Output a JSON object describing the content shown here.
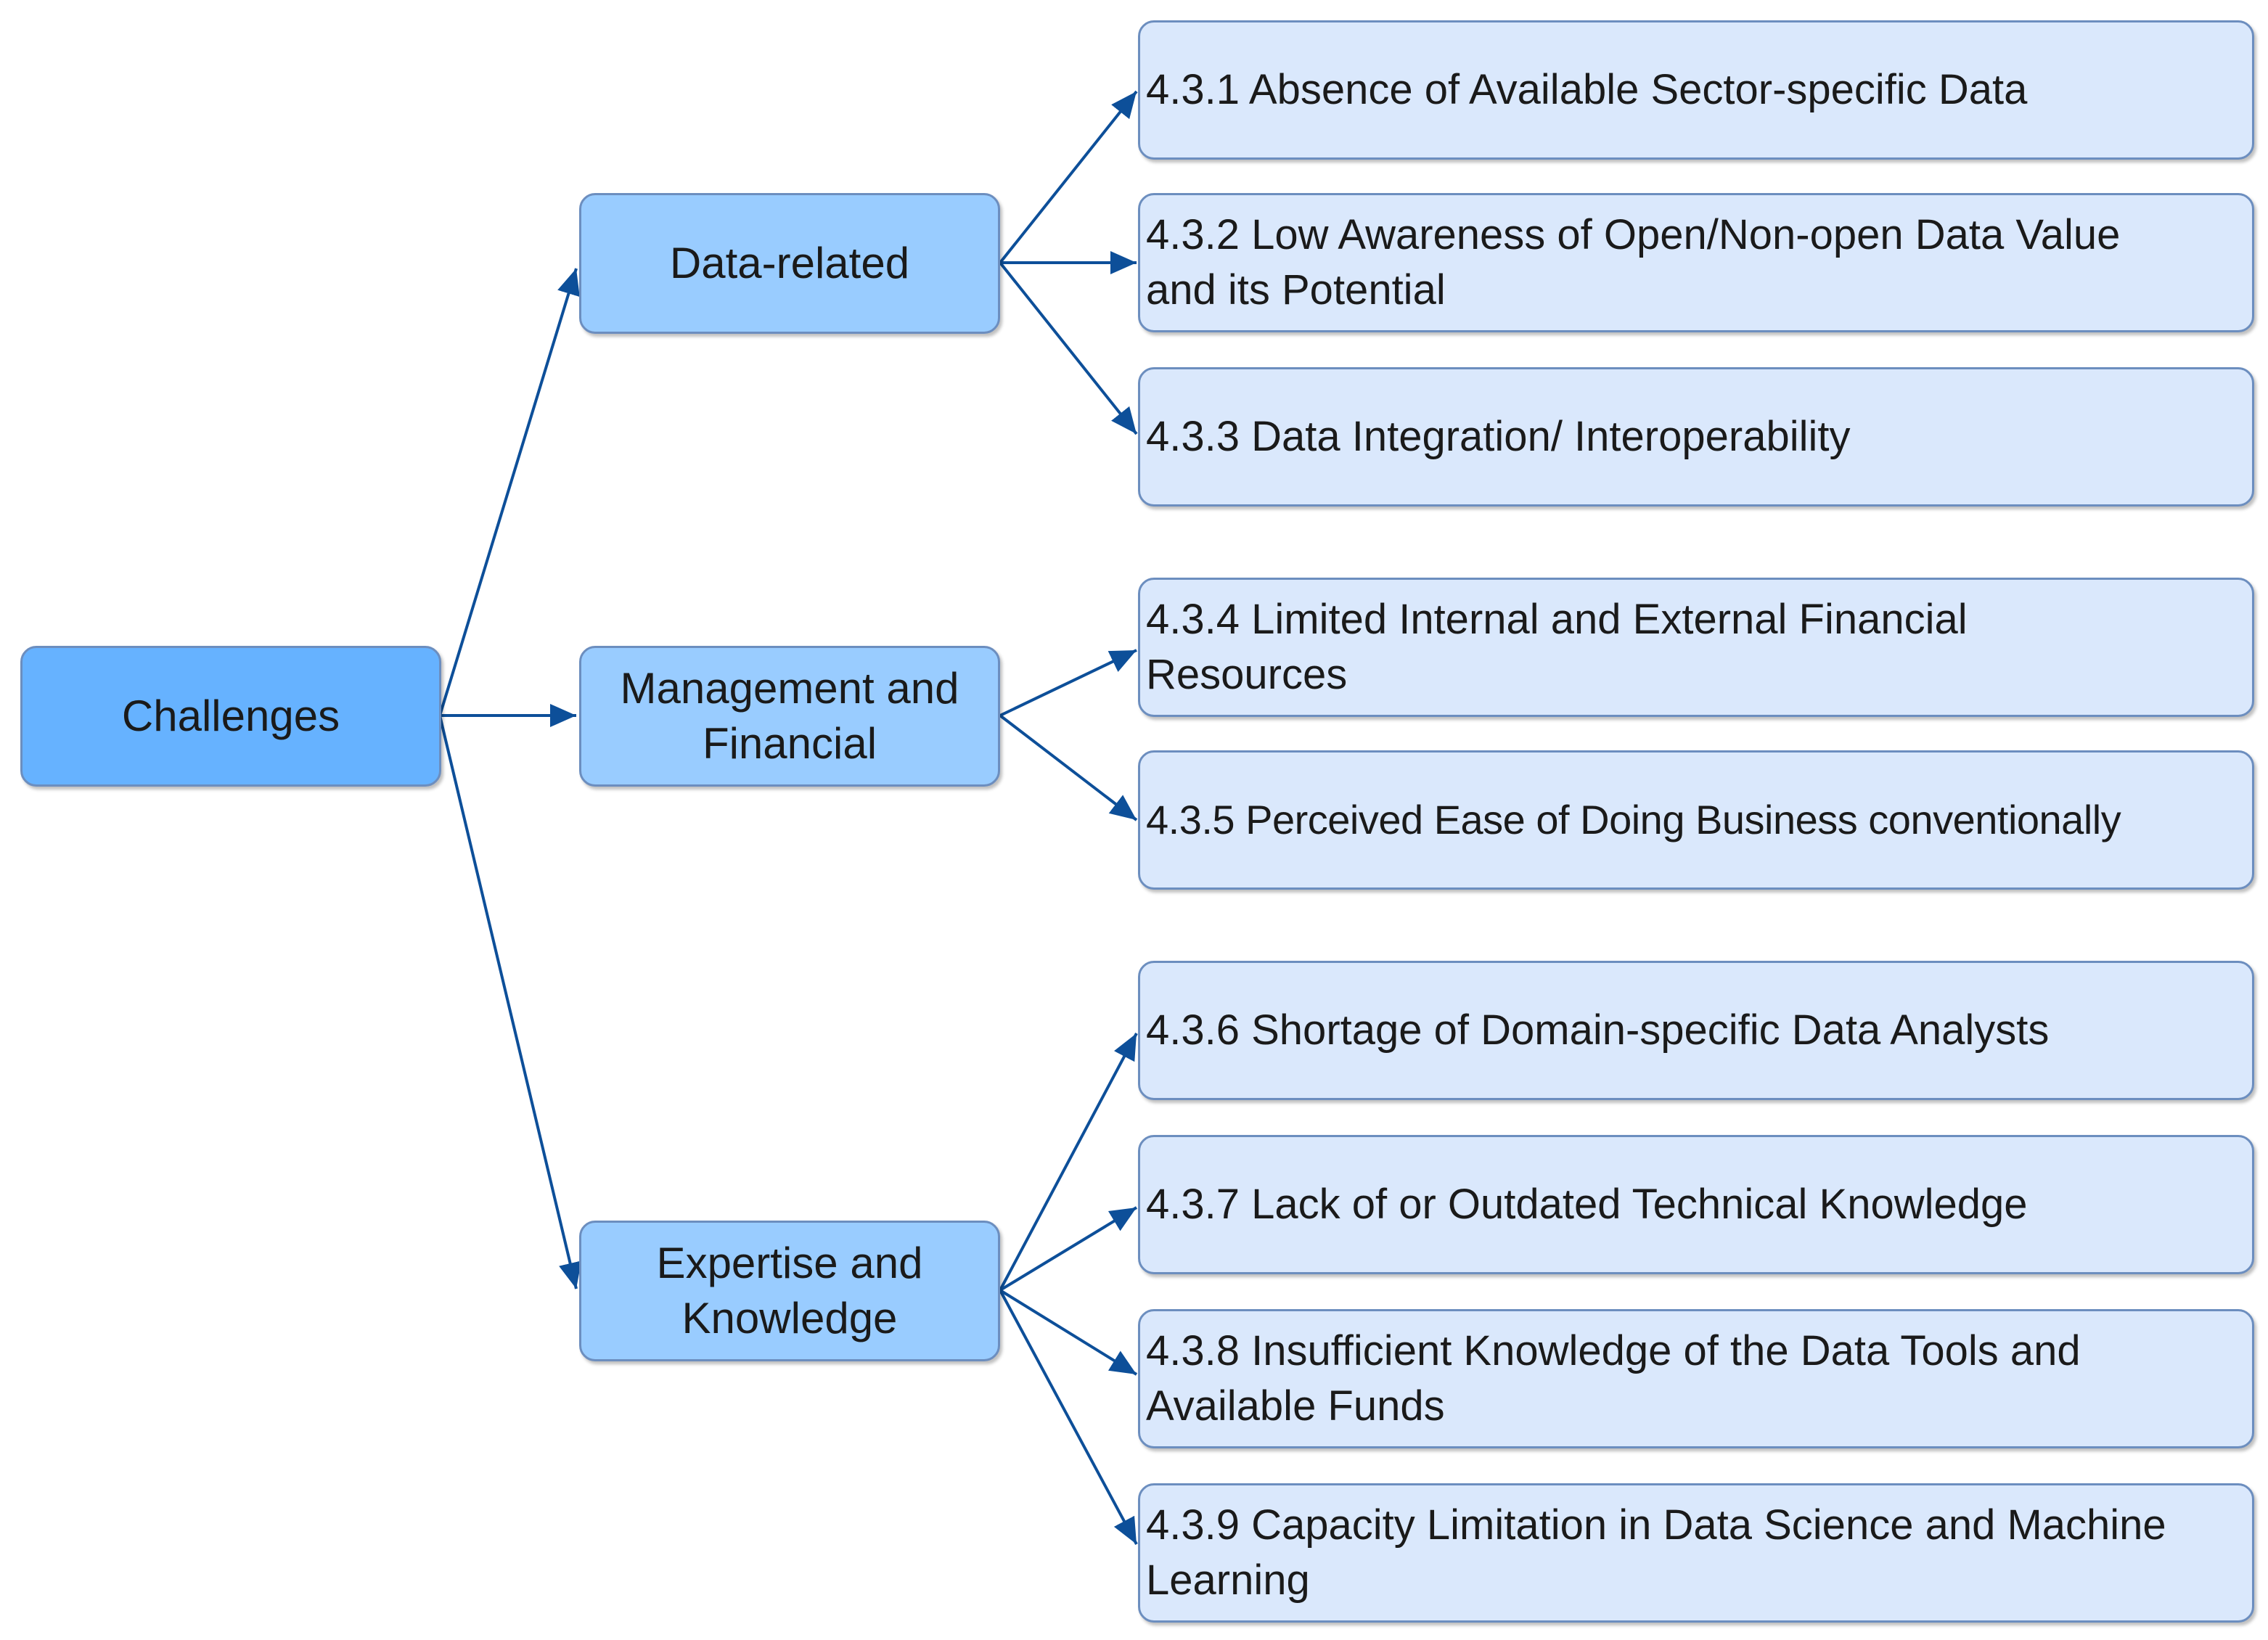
{
  "diagram": {
    "root": {
      "label": "Challenges"
    },
    "categories": [
      {
        "label": "Data-related"
      },
      {
        "label_line1": "Management and",
        "label_line2": "Financial"
      },
      {
        "label_line1": "Expertise and",
        "label_line2": "Knowledge"
      }
    ],
    "items": [
      {
        "line1": "4.3.1 Absence of Available Sector-specific Data",
        "line2": ""
      },
      {
        "line1": "4.3.2 Low Awareness of Open/Non-open Data Value",
        "line2": "and its Potential"
      },
      {
        "line1": "4.3.3 Data Integration/ Interoperability",
        "line2": ""
      },
      {
        "line1": "4.3.4 Limited Internal and External Financial",
        "line2": "Resources"
      },
      {
        "line1": "4.3.5 Perceived Ease of Doing Business conventionally",
        "line2": ""
      },
      {
        "line1": "4.3.6 Shortage of Domain-specific Data Analysts",
        "line2": ""
      },
      {
        "line1": "4.3.7 Lack of or Outdated Technical Knowledge",
        "line2": ""
      },
      {
        "line1": "4.3.8 Insufficient Knowledge of the Data Tools and",
        "line2": "Available Funds"
      },
      {
        "line1": "4.3.9 Capacity Limitation in Data Science and Machine",
        "line2": "Learning"
      }
    ],
    "colors": {
      "root_fill": "#66b2ff",
      "category_fill": "#99ccff",
      "item_fill": "#dae8fc",
      "border": "#6c8ebf",
      "connector": "#0d4f99"
    }
  }
}
